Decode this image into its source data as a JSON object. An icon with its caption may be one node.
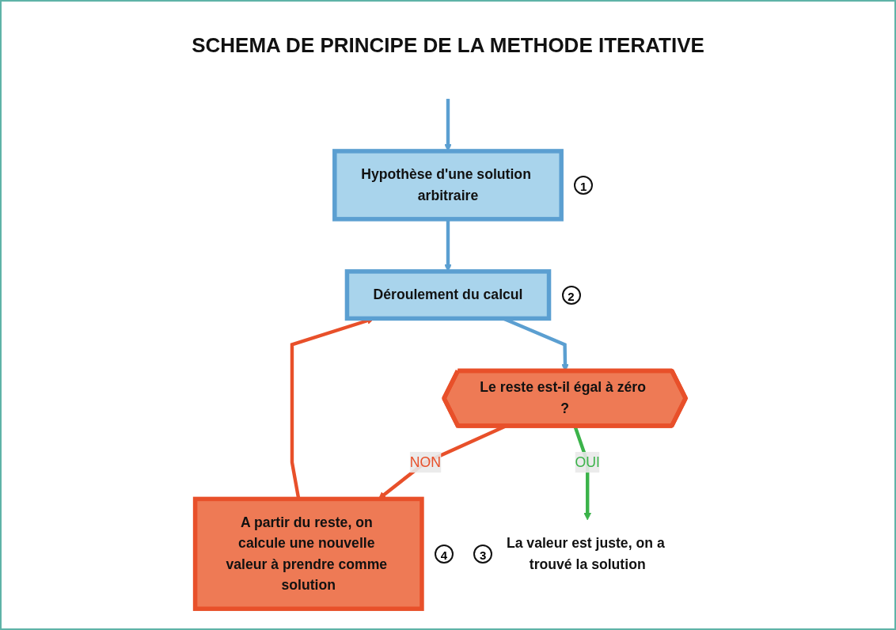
{
  "diagram": {
    "title": "SCHEMA DE PRINCIPE DE LA METHODE ITERATIVE",
    "nodes": [
      {
        "text": [
          "Hypothèse d'une solution arbitraire"
        ],
        "beside": [
          "1"
        ]
      },
      {
        "text": [
          "Déroulement du calcul"
        ],
        "beside": [
          "2"
        ]
      },
      {
        "text": [
          "Le reste est-il égal à zéro ?"
        ]
      },
      {
        "text": [
          "A partir du reste, on calcule une nouvelle valeur à prendre comme solution"
        ],
        "beside": [
          "4"
        ]
      },
      {
        "text": [
          "La valeur est juste, on a trouvé la solution"
        ],
        "beside": [
          "3"
        ]
      }
    ],
    "edges": [
      {
        "from": null,
        "to": 0,
        "arrow": "to"
      },
      {
        "from": 0,
        "to": 1,
        "arrow": "to"
      },
      {
        "from": 1,
        "to": 2,
        "arrow": "to"
      },
      {
        "from": 2,
        "to": 3,
        "arrow": "to",
        "label": "NON",
        "color": "#e8502a"
      },
      {
        "from": 3,
        "to": 1,
        "arrow": "to",
        "color": "#e8502a"
      },
      {
        "from": 2,
        "to": 4,
        "arrow": "to",
        "label": "OUI",
        "color": "#3bb34a"
      }
    ]
  }
}
